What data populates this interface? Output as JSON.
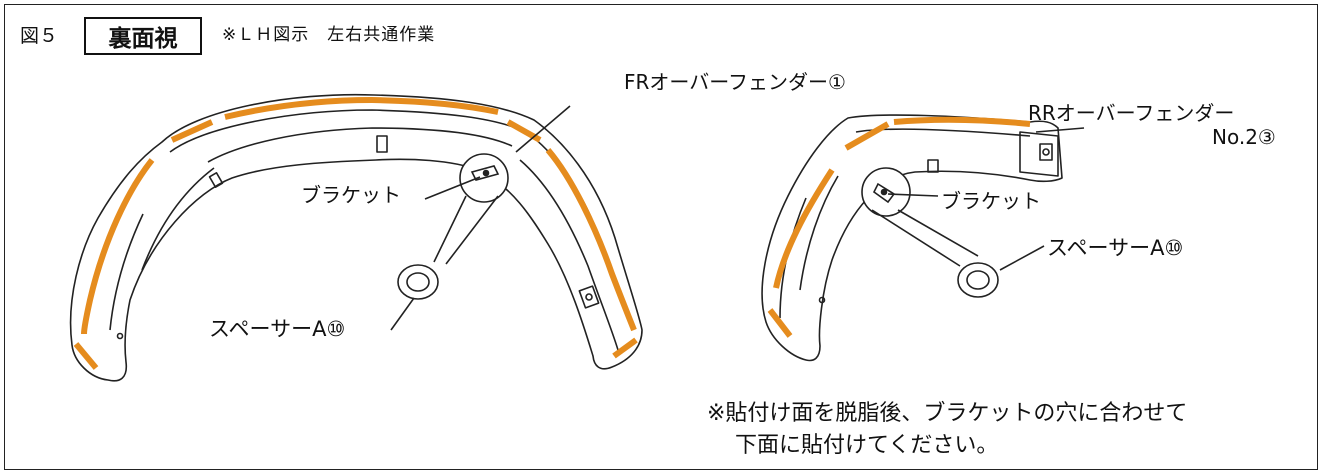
{
  "header": {
    "figure_number": "図５",
    "view_label": "裏面視",
    "note": "※ＬＨ図示　左右共通作業"
  },
  "labels": {
    "fr_fender": "FRオーバーフェンダー①",
    "rr_fender_line1": "RRオーバーフェンダー",
    "rr_fender_line2": "No.2③",
    "bracket_left": "ブラケット",
    "bracket_right": "ブラケット",
    "spacer_left": "スペーサーA⑩",
    "spacer_right": "スペーサーA⑩"
  },
  "instruction": {
    "line1": "※貼付け面を脱脂後、ブラケットの穴に合わせて",
    "line2": "下面に貼付けてください。"
  },
  "colors": {
    "tape": "#E58C1E",
    "line": "#222222"
  }
}
